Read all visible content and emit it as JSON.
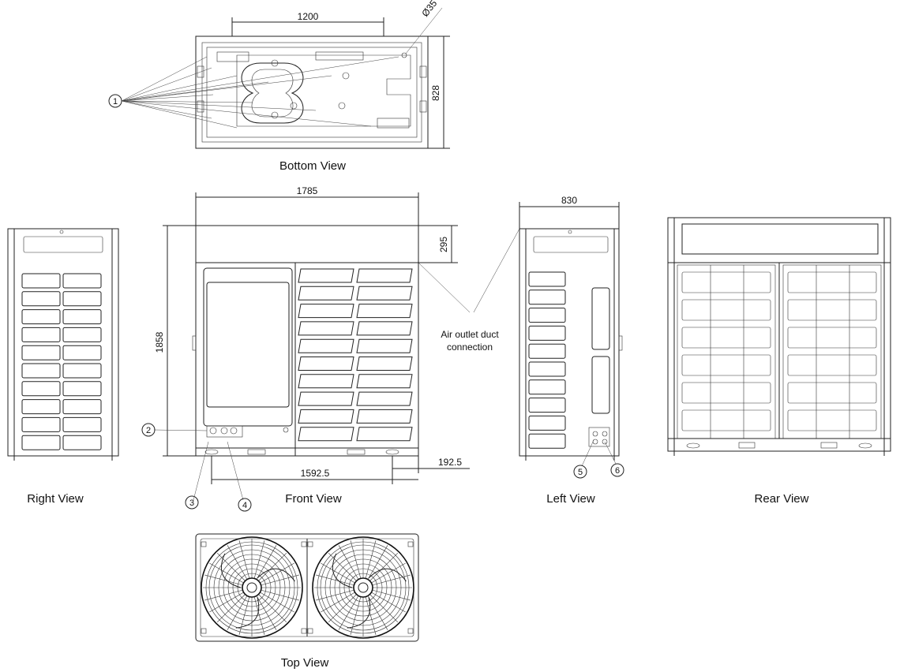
{
  "views": {
    "bottom": "Bottom View",
    "right": "Right View",
    "front": "Front View",
    "left": "Left View",
    "rear": "Rear View",
    "top": "Top View"
  },
  "dimensions": {
    "bottom_width": "1200",
    "bottom_depth": "828",
    "bottom_hole": "Ø35",
    "front_width": "1785",
    "front_height": "1858",
    "front_top_section": "295",
    "front_foot_span": "1592.5",
    "front_foot_offset": "192.5",
    "left_width": "830"
  },
  "notes": {
    "air_outlet_line1": "Air outlet duct",
    "air_outlet_line2": "connection"
  },
  "callouts": [
    "1",
    "2",
    "3",
    "4",
    "5",
    "6"
  ]
}
